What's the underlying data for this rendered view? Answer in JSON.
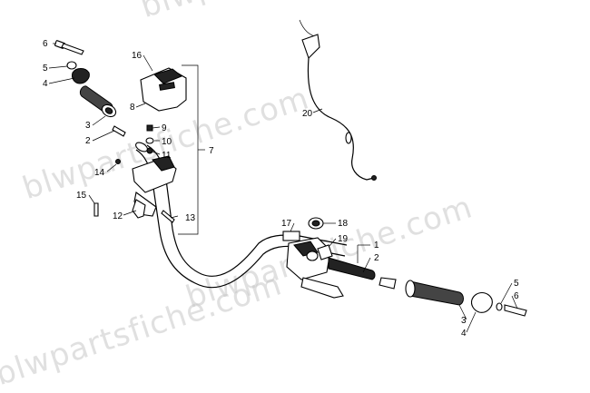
{
  "watermark": "blwpartsfiche.com",
  "callouts": [
    {
      "id": "c1",
      "label": "6"
    },
    {
      "id": "c2",
      "label": "5"
    },
    {
      "id": "c3",
      "label": "4"
    },
    {
      "id": "c4",
      "label": "16"
    },
    {
      "id": "c5",
      "label": "8"
    },
    {
      "id": "c6",
      "label": "3"
    },
    {
      "id": "c7",
      "label": "9"
    },
    {
      "id": "c8",
      "label": "2"
    },
    {
      "id": "c9",
      "label": "10"
    },
    {
      "id": "c10",
      "label": "11"
    },
    {
      "id": "c11",
      "label": "7"
    },
    {
      "id": "c12",
      "label": "14"
    },
    {
      "id": "c13",
      "label": "15"
    },
    {
      "id": "c14",
      "label": "12"
    },
    {
      "id": "c15",
      "label": "13"
    },
    {
      "id": "c16",
      "label": "20"
    },
    {
      "id": "c17",
      "label": "17"
    },
    {
      "id": "c18",
      "label": "18"
    },
    {
      "id": "c19",
      "label": "19"
    },
    {
      "id": "c20",
      "label": "1"
    },
    {
      "id": "c21",
      "label": "2"
    },
    {
      "id": "c22",
      "label": "5"
    },
    {
      "id": "c23",
      "label": "6"
    },
    {
      "id": "c24",
      "label": "3"
    },
    {
      "id": "c25",
      "label": "4"
    }
  ]
}
